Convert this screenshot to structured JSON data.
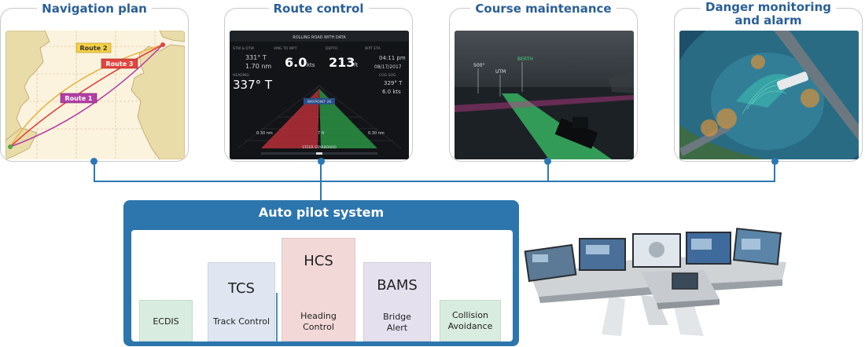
{
  "panels": [
    {
      "title": "Navigation plan",
      "icon": "route-map-icon"
    },
    {
      "title": "Route control",
      "icon": "autopilot-display-icon"
    },
    {
      "title": "Course maintenance",
      "icon": "ar-navigation-icon"
    },
    {
      "title": "Danger monitoring and alarm",
      "title_line1": "Danger monitoring",
      "title_line2": "and alarm",
      "icon": "radar-monitoring-icon"
    }
  ],
  "nav_map": {
    "routes": [
      {
        "label": "Route 2",
        "color": "#e7b64a"
      },
      {
        "label": "Route 3",
        "color": "#e0453e"
      },
      {
        "label": "Route 1",
        "color": "#b23fa5"
      }
    ]
  },
  "route_display": {
    "header": "ROLLING ROAD WITH DATA",
    "cols": [
      "STW & DTW",
      "VMG TO WPT",
      "DEPTH",
      "WPT ETA"
    ],
    "stw": "331° T",
    "dtw": "1.70 nm",
    "vmg_value": "6.0",
    "vmg_unit": "kts",
    "depth_value": "213",
    "depth_unit": "ft",
    "eta_time": "04:11 pm",
    "eta_date": "08/17/2017",
    "heading_label": "HEADING",
    "heading": "337° T",
    "cog_label": "COG SOG",
    "cog": "329° T",
    "sog": "6.0 kts",
    "waypoint": "WAYPOINT 26",
    "left_scale": "0.30 nm",
    "center_scale": "7 ft",
    "right_scale": "0.30 nm",
    "steer": "STEER STARBOARD"
  },
  "ar_view": {
    "labels": [
      "500°",
      "UTM",
      "BERTH"
    ]
  },
  "autopilot": {
    "title": "Auto pilot system",
    "modules": [
      {
        "abbr": "",
        "name": "ECDIS",
        "color": "#d9ece0"
      },
      {
        "abbr": "TCS",
        "name": "Track Control",
        "color": "#dfe6f1"
      },
      {
        "abbr": "HCS",
        "name": "Heading Control",
        "name_l1": "Heading",
        "name_l2": "Control",
        "color": "#f3d8d8"
      },
      {
        "abbr": "BAMS",
        "name": "Bridge Alert",
        "name_l1": "Bridge",
        "name_l2": "Alert",
        "color": "#e4e0ee"
      },
      {
        "abbr": "",
        "name": "Collision Avoidance",
        "name_l1": "Collision",
        "name_l2": "Avoidance",
        "color": "#d9ece0"
      }
    ]
  },
  "colors": {
    "accent": "#2c78b5",
    "title": "#2a5f97",
    "panel_box": "#2c76ad"
  }
}
